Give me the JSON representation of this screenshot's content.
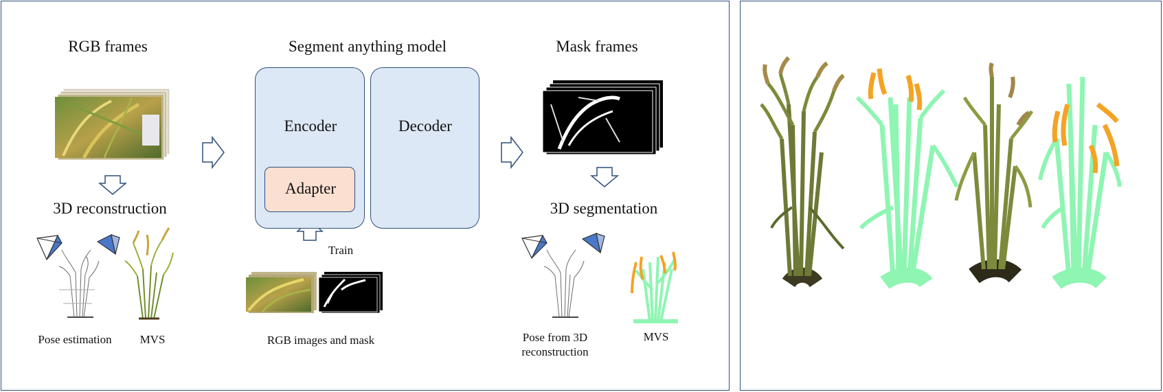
{
  "colors": {
    "frame_border": "#2f4f7a",
    "block_fill": "#dce8f5",
    "adapter_fill": "#fbe0d2",
    "camera_blue": "#4a78c8",
    "segmented_green": "#8ef5b2",
    "panicle_orange": "#f4a325"
  },
  "pipeline": {
    "rgb_frames": "RGB frames",
    "reconstruction_3d": "3D reconstruction",
    "pose_estimation": "Pose estimation",
    "mvs_left": "MVS",
    "sam_title": "Segment anything model",
    "encoder": "Encoder",
    "decoder": "Decoder",
    "adapter": "Adapter",
    "train": "Train",
    "rgb_images_and_mask": "RGB images and mask",
    "mask_frames": "Mask frames",
    "segmentation_3d": "3D segmentation",
    "pose_from_line1": "Pose from 3D",
    "pose_from_line2": "reconstruction",
    "mvs_right": "MVS"
  },
  "results": {
    "icons": [
      "rice-plant-pointcloud-icon",
      "rice-plant-segmented-icon",
      "rice-plant-pointcloud-icon",
      "rice-plant-segmented-icon"
    ]
  }
}
